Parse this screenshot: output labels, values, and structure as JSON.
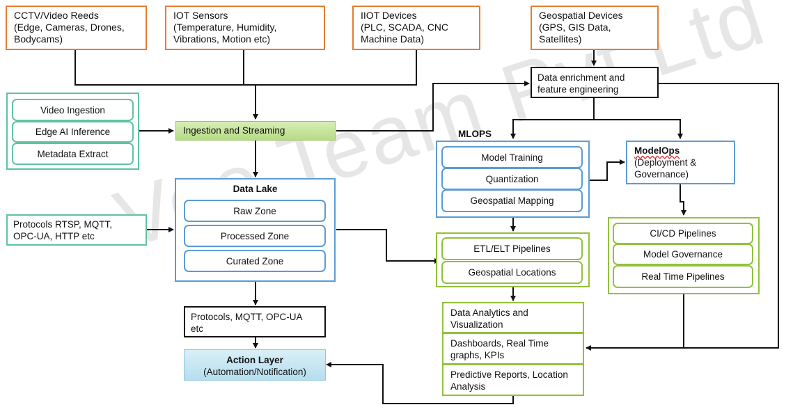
{
  "watermark": "Vee Team Pvt Ltd",
  "sources": {
    "cctv": "CCTV/Video Reeds\n(Edge, Cameras, Drones,\nBodycams)",
    "iot": "IOT Sensors\n(Temperature, Humidity,\nVibrations, Motion etc)",
    "iiot": "IIOT Devices\n(PLC, SCADA, CNC\nMachine Data)",
    "geo": "Geospatial Devices\n(GPS, GIS Data,\nSatellites)"
  },
  "edge": {
    "items": [
      "Video Ingestion",
      "Edge AI Inference",
      "Metadata Extract"
    ]
  },
  "ingestion": "Ingestion and Streaming",
  "protocols_in": "Protocols RTSP, MQTT,\nOPC-UA, HTTP etc",
  "data_lake": {
    "title": "Data Lake",
    "zones": [
      "Raw Zone",
      "Processed Zone",
      "Curated Zone"
    ]
  },
  "protocols_out": "Protocols, MQTT, OPC-UA\netc",
  "action_layer": {
    "title": "Action Layer",
    "subtitle": "(Automation/Notification)"
  },
  "enrichment": "Data enrichment and\nfeature engineering",
  "mlops": {
    "title": "MLOPS",
    "items": [
      "Model Training",
      "Quantization",
      "Geospatial Mapping"
    ]
  },
  "modelops": {
    "title": "ModelOps",
    "subtitle": "(Deployment &\nGovernance)"
  },
  "etl": {
    "items": [
      "ETL/ELT Pipelines",
      "Geospatial Locations"
    ]
  },
  "cicd": {
    "items": [
      "CI/CD Pipelines",
      "Model Governance",
      "Real Time Pipelines"
    ]
  },
  "analytics": {
    "items": [
      "Data Analytics and\nVisualization",
      "Dashboards, Real Time\ngraphs, KPIs",
      "Predictive Reports, Location\nAnalysis"
    ]
  },
  "colors": {
    "source_border": "#e57d32",
    "edge_border": "#5fc3a0",
    "blue_border": "#5b9bd5",
    "lime_border": "#92c13b",
    "ingestion_fill": "#c6e49a",
    "action_fill": "#bfe3f0"
  }
}
